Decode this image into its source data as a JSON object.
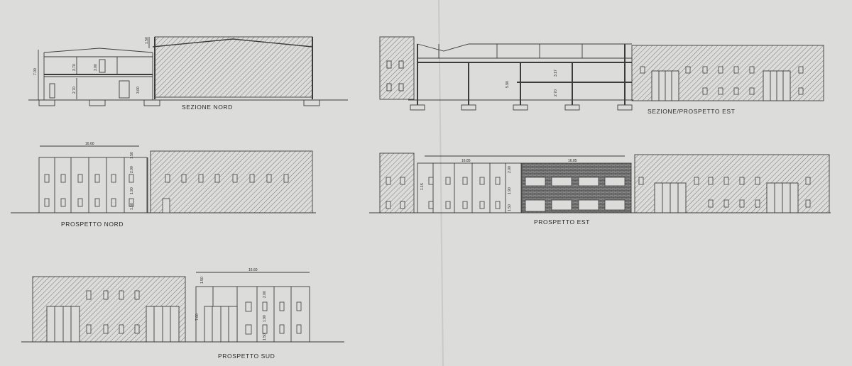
{
  "labels": {
    "sezione_nord": "SEZIONE NORD",
    "sezione_prospetto_est": "SEZIONE/PROSPETTO EST",
    "prospetto_nord": "PROSPETTO NORD",
    "prospetto_est": "PROSPETTO EST",
    "prospetto_sud": "PROSPETTO SUD"
  },
  "dimensions": {
    "nord_width": "16.60",
    "est_width_1": "16.85",
    "est_width_2": "16.85",
    "sud_width": "16.60",
    "nord_heights": [
      "1.50",
      "2.00",
      "1.90",
      "1.50"
    ],
    "sud_heights": [
      "1.50",
      "2.00",
      "1.90",
      "1.50"
    ],
    "sud_total": "7.00",
    "est_heights": [
      "2.00",
      "1.90",
      "1.50"
    ],
    "est_total": "1.15",
    "sezione_nord_total": "7.00",
    "sezione_nord_levels": [
      "3.70",
      "3.00",
      "2.70",
      "3.00"
    ],
    "sezione_nord_parapet": "1.50",
    "sezione_est_levels": [
      "3.17",
      "2.70"
    ],
    "sezione_est_total": "5.90"
  },
  "colors": {
    "paper": "#dcdcda",
    "line": "#3c3c3c",
    "hatch": "#5c5c5c",
    "brick": "#6e6e6e"
  }
}
